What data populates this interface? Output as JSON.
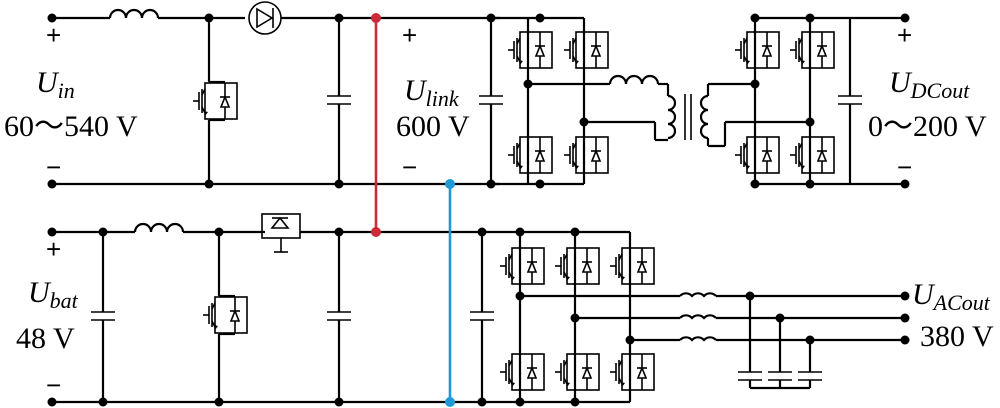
{
  "labels": {
    "u_in_main": "U",
    "u_in_sub": "in",
    "u_in_value": "60～540 V",
    "u_link_main": "U",
    "u_link_sub": "link",
    "u_link_value": "600 V",
    "u_dcout_main": "U",
    "u_dcout_sub": "DCout",
    "u_dcout_value": "0～200 V",
    "u_bat_main": "U",
    "u_bat_sub": "bat",
    "u_bat_value": "48 V",
    "u_acout_main": "U",
    "u_acout_sub": "ACout",
    "u_acout_value": "380 V"
  },
  "terminals": {
    "plus": "+",
    "minus": "−"
  },
  "colors": {
    "wire": "#000000",
    "link_positive": "#cc2a36",
    "link_negative": "#1f9ad6"
  },
  "symbols": [
    "inductor",
    "diode",
    "igbt-switch",
    "thyristor-switch",
    "capacitor",
    "transformer",
    "full-bridge",
    "three-phase-inverter"
  ]
}
